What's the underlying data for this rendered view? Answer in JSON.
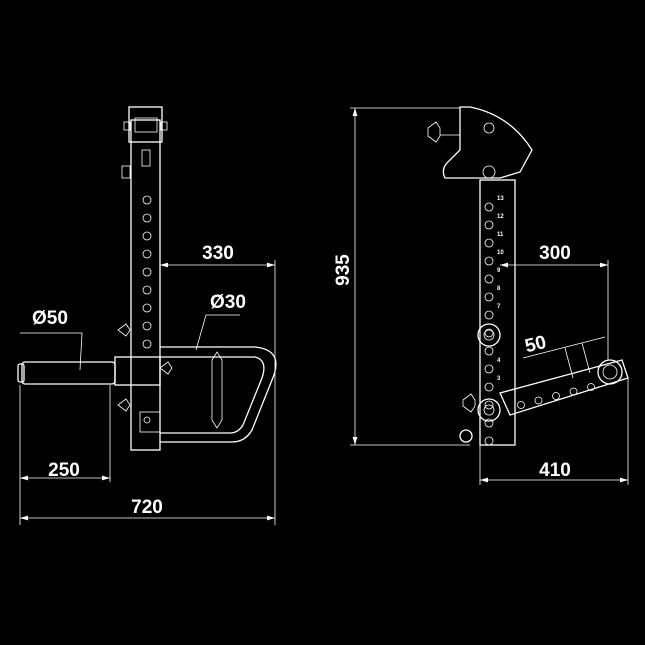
{
  "dimensions": {
    "left_view": {
      "arm_reach": "330",
      "handle_tube_diameter": "Ø30",
      "rod_diameter": "Ø50",
      "rod_length": "250",
      "overall_width": "720"
    },
    "right_view": {
      "height": "935",
      "arm_reach": "300",
      "hole_pitch": "50",
      "overall_depth": "410"
    }
  },
  "scale_numbers": [
    "13",
    "12",
    "11",
    "10",
    "9",
    "8",
    "7",
    "4",
    "3"
  ],
  "colors": {
    "background": "#000000",
    "lines": "#ffffff"
  }
}
